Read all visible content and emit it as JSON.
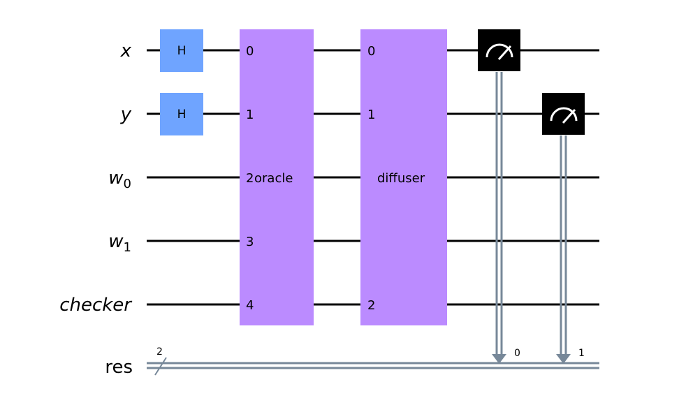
{
  "circuit": {
    "qubits": [
      {
        "id": "x",
        "main": "x",
        "sub": ""
      },
      {
        "id": "y",
        "main": "y",
        "sub": ""
      },
      {
        "id": "w0",
        "main": "w",
        "sub": "0"
      },
      {
        "id": "w1",
        "main": "w",
        "sub": "1"
      },
      {
        "id": "checker",
        "main": "checker",
        "sub": ""
      }
    ],
    "classical": {
      "name": "res",
      "width": "2"
    },
    "h_gates": [
      {
        "label": "H",
        "qubit": 0
      },
      {
        "label": "H",
        "qubit": 1
      }
    ],
    "oracle": {
      "label": "oracle",
      "pins": [
        {
          "text": "0",
          "qubit": 0
        },
        {
          "text": "1",
          "qubit": 1
        },
        {
          "text": "2",
          "qubit": 2
        },
        {
          "text": "3",
          "qubit": 3
        },
        {
          "text": "4",
          "qubit": 4
        }
      ]
    },
    "diffuser": {
      "label": "diffuser",
      "pins": [
        {
          "text": "0",
          "qubit": 0
        },
        {
          "text": "1",
          "qubit": 1
        },
        {
          "text": "2",
          "qubit": 4
        }
      ]
    },
    "measurements": [
      {
        "qubit": 0,
        "bit": "0"
      },
      {
        "qubit": 1,
        "bit": "1"
      }
    ],
    "colors": {
      "h_gate": "#6fa4ff",
      "block": "#bb8bff",
      "measure": "#000000",
      "classical_wire": "#778899",
      "wire": "#000000"
    }
  }
}
